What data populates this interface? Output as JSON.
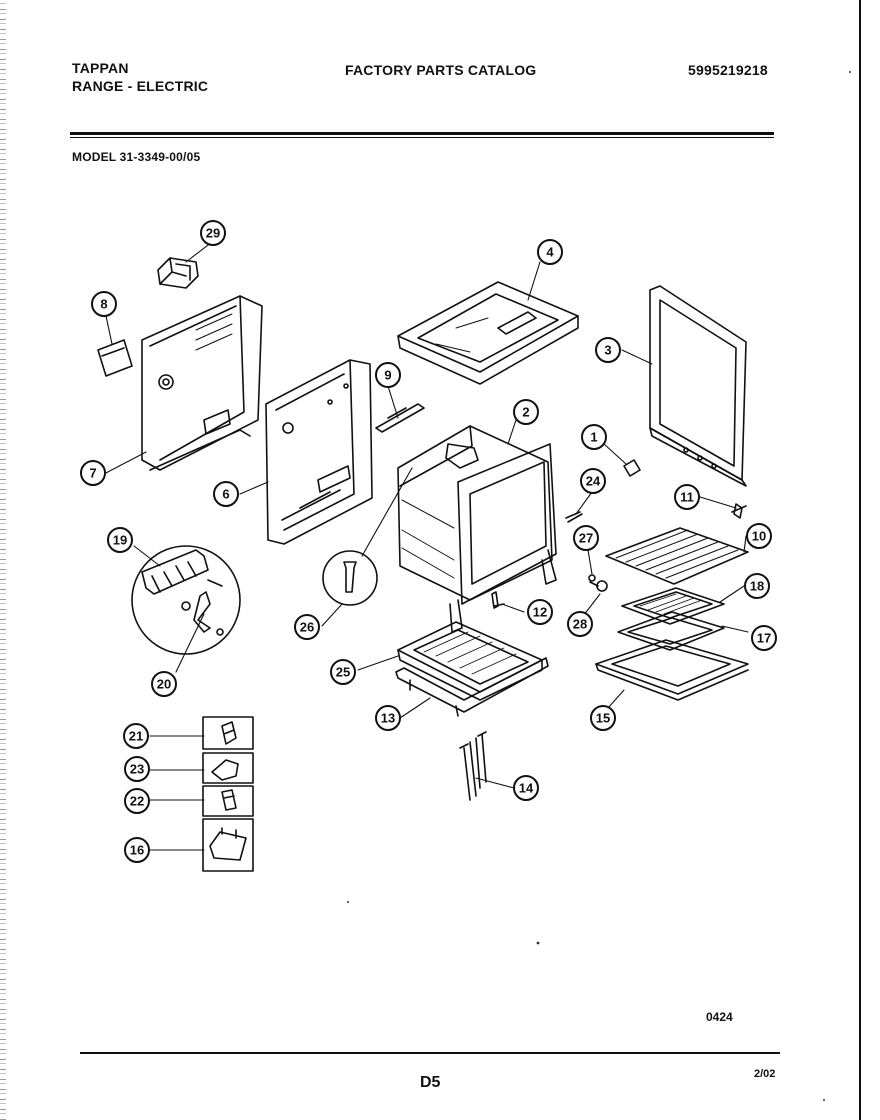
{
  "header": {
    "brand": "TAPPAN",
    "product": "RANGE - ELECTRIC",
    "catalog_title": "FACTORY PARTS CATALOG",
    "part_number": "5995219218",
    "model": "MODEL 31-3349-00/05"
  },
  "footer": {
    "diagram_code": "0424",
    "page": "D5",
    "revision": "2/02"
  },
  "callouts": [
    {
      "id": "callout-1",
      "label": "1"
    },
    {
      "id": "callout-2",
      "label": "2"
    },
    {
      "id": "callout-3",
      "label": "3"
    },
    {
      "id": "callout-4",
      "label": "4"
    },
    {
      "id": "callout-6",
      "label": "6"
    },
    {
      "id": "callout-7",
      "label": "7"
    },
    {
      "id": "callout-8",
      "label": "8"
    },
    {
      "id": "callout-9",
      "label": "9"
    },
    {
      "id": "callout-10",
      "label": "10"
    },
    {
      "id": "callout-11",
      "label": "11"
    },
    {
      "id": "callout-12",
      "label": "12"
    },
    {
      "id": "callout-13",
      "label": "13"
    },
    {
      "id": "callout-14",
      "label": "14"
    },
    {
      "id": "callout-15",
      "label": "15"
    },
    {
      "id": "callout-16",
      "label": "16"
    },
    {
      "id": "callout-17",
      "label": "17"
    },
    {
      "id": "callout-18",
      "label": "18"
    },
    {
      "id": "callout-19",
      "label": "19"
    },
    {
      "id": "callout-20",
      "label": "20"
    },
    {
      "id": "callout-21",
      "label": "21"
    },
    {
      "id": "callout-22",
      "label": "22"
    },
    {
      "id": "callout-23",
      "label": "23"
    },
    {
      "id": "callout-24",
      "label": "24"
    },
    {
      "id": "callout-25",
      "label": "25"
    },
    {
      "id": "callout-26",
      "label": "26"
    },
    {
      "id": "callout-27",
      "label": "27"
    },
    {
      "id": "callout-28",
      "label": "28"
    },
    {
      "id": "callout-29",
      "label": "29"
    }
  ],
  "colors": {
    "ink": "#111111",
    "paper": "#ffffff"
  }
}
